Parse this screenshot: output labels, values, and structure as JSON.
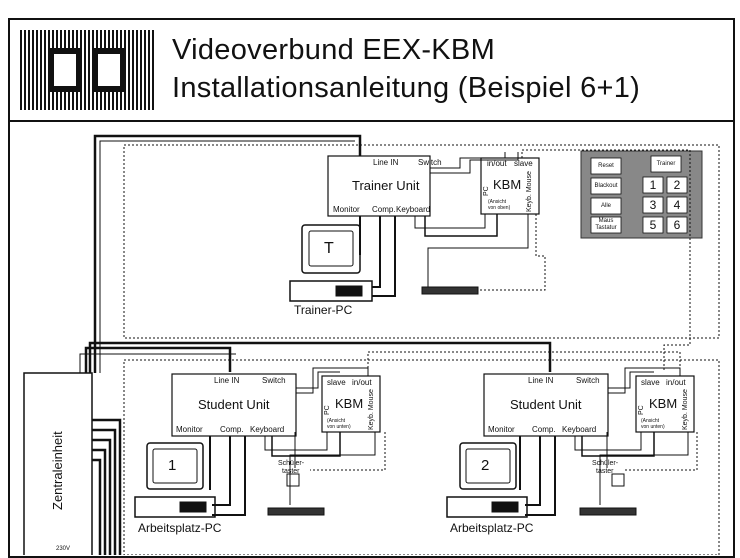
{
  "header": {
    "title_line1": "Videoverbund  EEX-KBM",
    "title_line2": "Installationsanleitung (Beispiel 6+1)"
  },
  "trainer_unit": {
    "name": "Trainer Unit",
    "line_in": "Line IN",
    "switch": "Switch",
    "monitor": "Monitor",
    "comp": "Comp.",
    "keyboard": "Keyboard"
  },
  "trainer_kbm": {
    "in_out": "in/out",
    "slave": "slave",
    "kbm": "KBM",
    "pc": "PC",
    "note": [
      "(Ansicht",
      "von oben)"
    ],
    "keyb_mouse": "Keyb. Mouse"
  },
  "keypad": {
    "reset": "Reset",
    "blackout": "Blackout",
    "alle": "Alle",
    "maus_tastatur": [
      "Maus",
      "Tastatur"
    ],
    "trainer": "Trainer",
    "numbers": [
      "1",
      "2",
      "3",
      "4",
      "5",
      "6"
    ]
  },
  "trainer_pc": {
    "screen_letter": "T",
    "label": "Trainer-PC"
  },
  "student_units": [
    {
      "name": "Student Unit",
      "line_in": "Line IN",
      "switch": "Switch",
      "monitor": "Monitor",
      "comp": "Comp.",
      "keyboard": "Keyboard",
      "kbm_slave": "slave",
      "kbm_in_out": "in/out",
      "kbm": "KBM",
      "kbm_pc": "PC",
      "kbm_note": [
        "(Ansicht",
        "von unten)"
      ],
      "kbm_keyb_mouse": "Keyb. Mouse",
      "taster": [
        "Schüler-",
        "taster"
      ],
      "screen_number": "1",
      "pc_label": "Arbeitsplatz-PC"
    },
    {
      "name": "Student Unit",
      "line_in": "Line IN",
      "switch": "Switch",
      "monitor": "Monitor",
      "comp": "Comp.",
      "keyboard": "Keyboard",
      "kbm_slave": "slave",
      "kbm_in_out": "in/out",
      "kbm": "KBM",
      "kbm_pc": "PC",
      "kbm_note": [
        "(Ansicht",
        "von unten)"
      ],
      "kbm_keyb_mouse": "Keyb. Mouse",
      "taster": [
        "Schüler-",
        "taster"
      ],
      "screen_number": "2",
      "pc_label": "Arbeitsplatz-PC"
    }
  ],
  "zentral": {
    "label": "Zentraleinheit",
    "voltage": "230V"
  }
}
